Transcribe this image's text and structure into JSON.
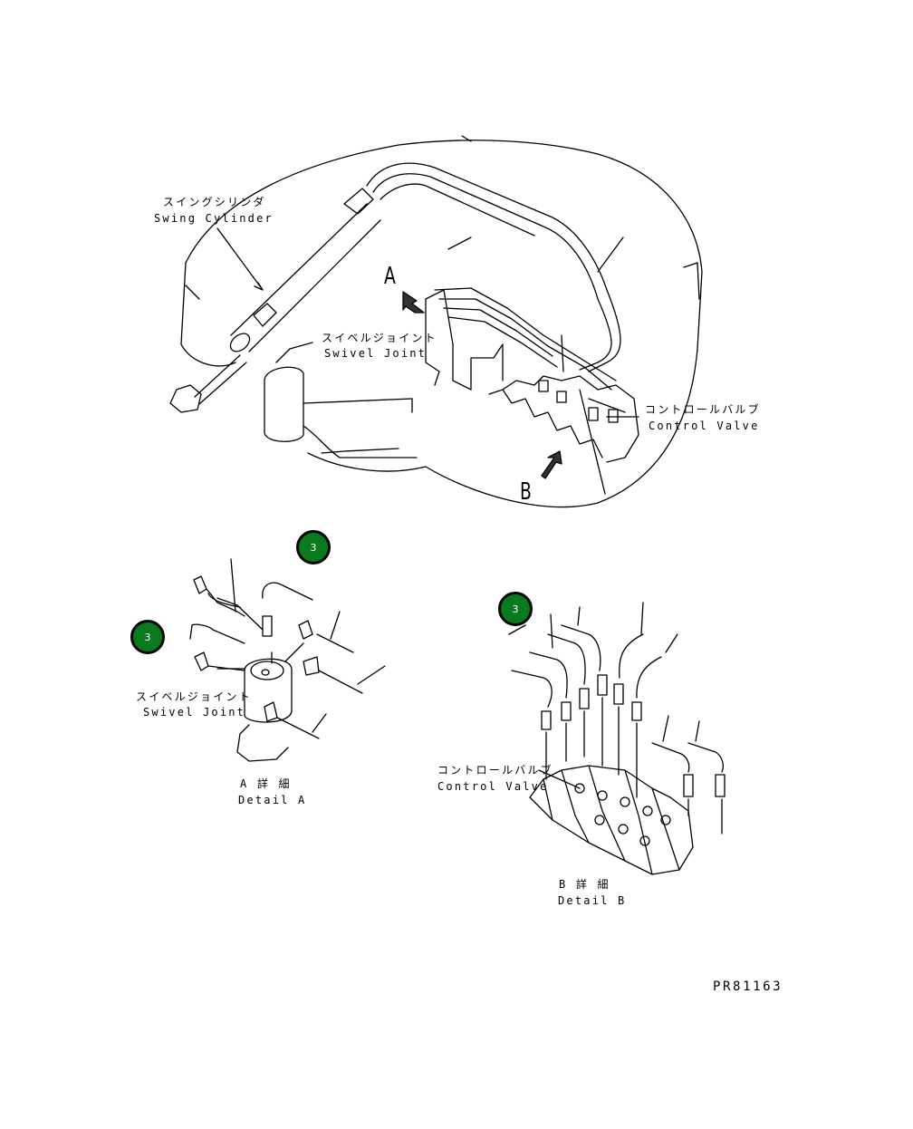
{
  "labels": {
    "swing_cylinder_jp": "スイングシリンダ",
    "swing_cylinder_en": "Swing Cylinder",
    "swivel_joint_jp": "スイベルジョイント",
    "swivel_joint_en": "Swivel Joint",
    "control_valve_jp": "コントロールバルブ",
    "control_valve_en": "Control Valve",
    "view_a": "A",
    "view_b": "B",
    "detail_a_swivel_jp": "スイベルジョイント",
    "detail_a_swivel_en": "Swivel Joint",
    "detail_a_title_jp": "A 詳 細",
    "detail_a_title_en": "Detail A",
    "detail_b_cv_jp": "コントロールバルブ",
    "detail_b_cv_en": "Control Valve",
    "detail_b_title_jp": "B 詳 細",
    "detail_b_title_en": "Detail B",
    "drawing_number": "PR81163"
  },
  "callouts": [
    {
      "number": "3"
    },
    {
      "number": "3"
    },
    {
      "number": "3"
    }
  ],
  "colors": {
    "callout_fill": "#0a7a1e",
    "line": "#000000",
    "background": "#ffffff"
  }
}
